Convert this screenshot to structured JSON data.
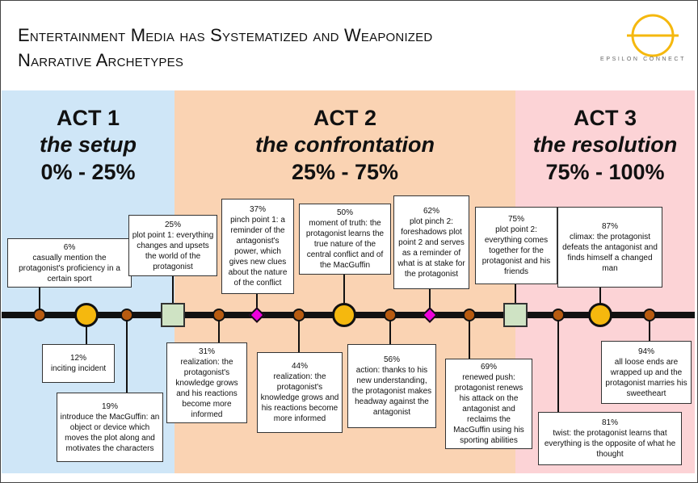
{
  "header": {
    "title_line1": "Entertainment Media has Systematized and Weaponized",
    "title_line2": "Narrative Archetypes",
    "logo_text": "EPSILON CONNECT",
    "logo_color": "#f5b80e"
  },
  "acts": [
    {
      "number": "ACT 1",
      "name": "the setup",
      "range": "0% - 25%",
      "color": "#cfe6f7"
    },
    {
      "number": "ACT 2",
      "name": "the confrontation",
      "range": "25% - 75%",
      "color": "#fad3b3"
    },
    {
      "number": "ACT 3",
      "name": "the resolution",
      "range": "75% - 100%",
      "color": "#fcd3d6"
    }
  ],
  "events": [
    {
      "pct": "6%",
      "text": "casually mention the protagonist's proficiency in a certain sport",
      "kind": "minor"
    },
    {
      "pct": "12%",
      "text": "inciting incident",
      "kind": "major"
    },
    {
      "pct": "19%",
      "text": "introduce the MacGuffin: an object or device which moves the plot along and motivates the characters",
      "kind": "minor"
    },
    {
      "pct": "25%",
      "text": "plot point 1: everything changes and upsets the world of the protagonist",
      "kind": "plot-point"
    },
    {
      "pct": "31%",
      "text": "realization: the protagonist's knowledge grows and his reactions become more informed",
      "kind": "minor"
    },
    {
      "pct": "37%",
      "text": "pinch point 1: a reminder of the antagonist's power, which gives new clues about the nature of the conflict",
      "kind": "pinch-point"
    },
    {
      "pct": "44%",
      "text": "realization: the protagonist's knowledge grows and his reactions become more informed",
      "kind": "minor"
    },
    {
      "pct": "50%",
      "text": "moment of truth: the protagonist learns the true nature of the central conflict and of the MacGuffin",
      "kind": "major"
    },
    {
      "pct": "56%",
      "text": "action: thanks to his new understanding, the protagonist makes headway against the antagonist",
      "kind": "minor"
    },
    {
      "pct": "62%",
      "text": "plot pinch 2: foreshadows plot point 2 and serves as a reminder of what is at stake for the protagonist",
      "kind": "pinch-point"
    },
    {
      "pct": "69%",
      "text": "renewed push: protagonist renews his attack on the antagonist and reclaims the MacGuffin using his sporting abilities",
      "kind": "minor"
    },
    {
      "pct": "75%",
      "text": "plot point 2: everything comes together for the protagonist and his friends",
      "kind": "plot-point"
    },
    {
      "pct": "81%",
      "text": "twist: the protagonist learns that everything is the opposite of what he thought",
      "kind": "minor"
    },
    {
      "pct": "87%",
      "text": "climax: the protagonist defeats the antagonist and finds himself a changed man",
      "kind": "major"
    },
    {
      "pct": "94%",
      "text": "all loose ends are wrapped up and the protagonist marries his sweetheart",
      "kind": "minor"
    }
  ]
}
